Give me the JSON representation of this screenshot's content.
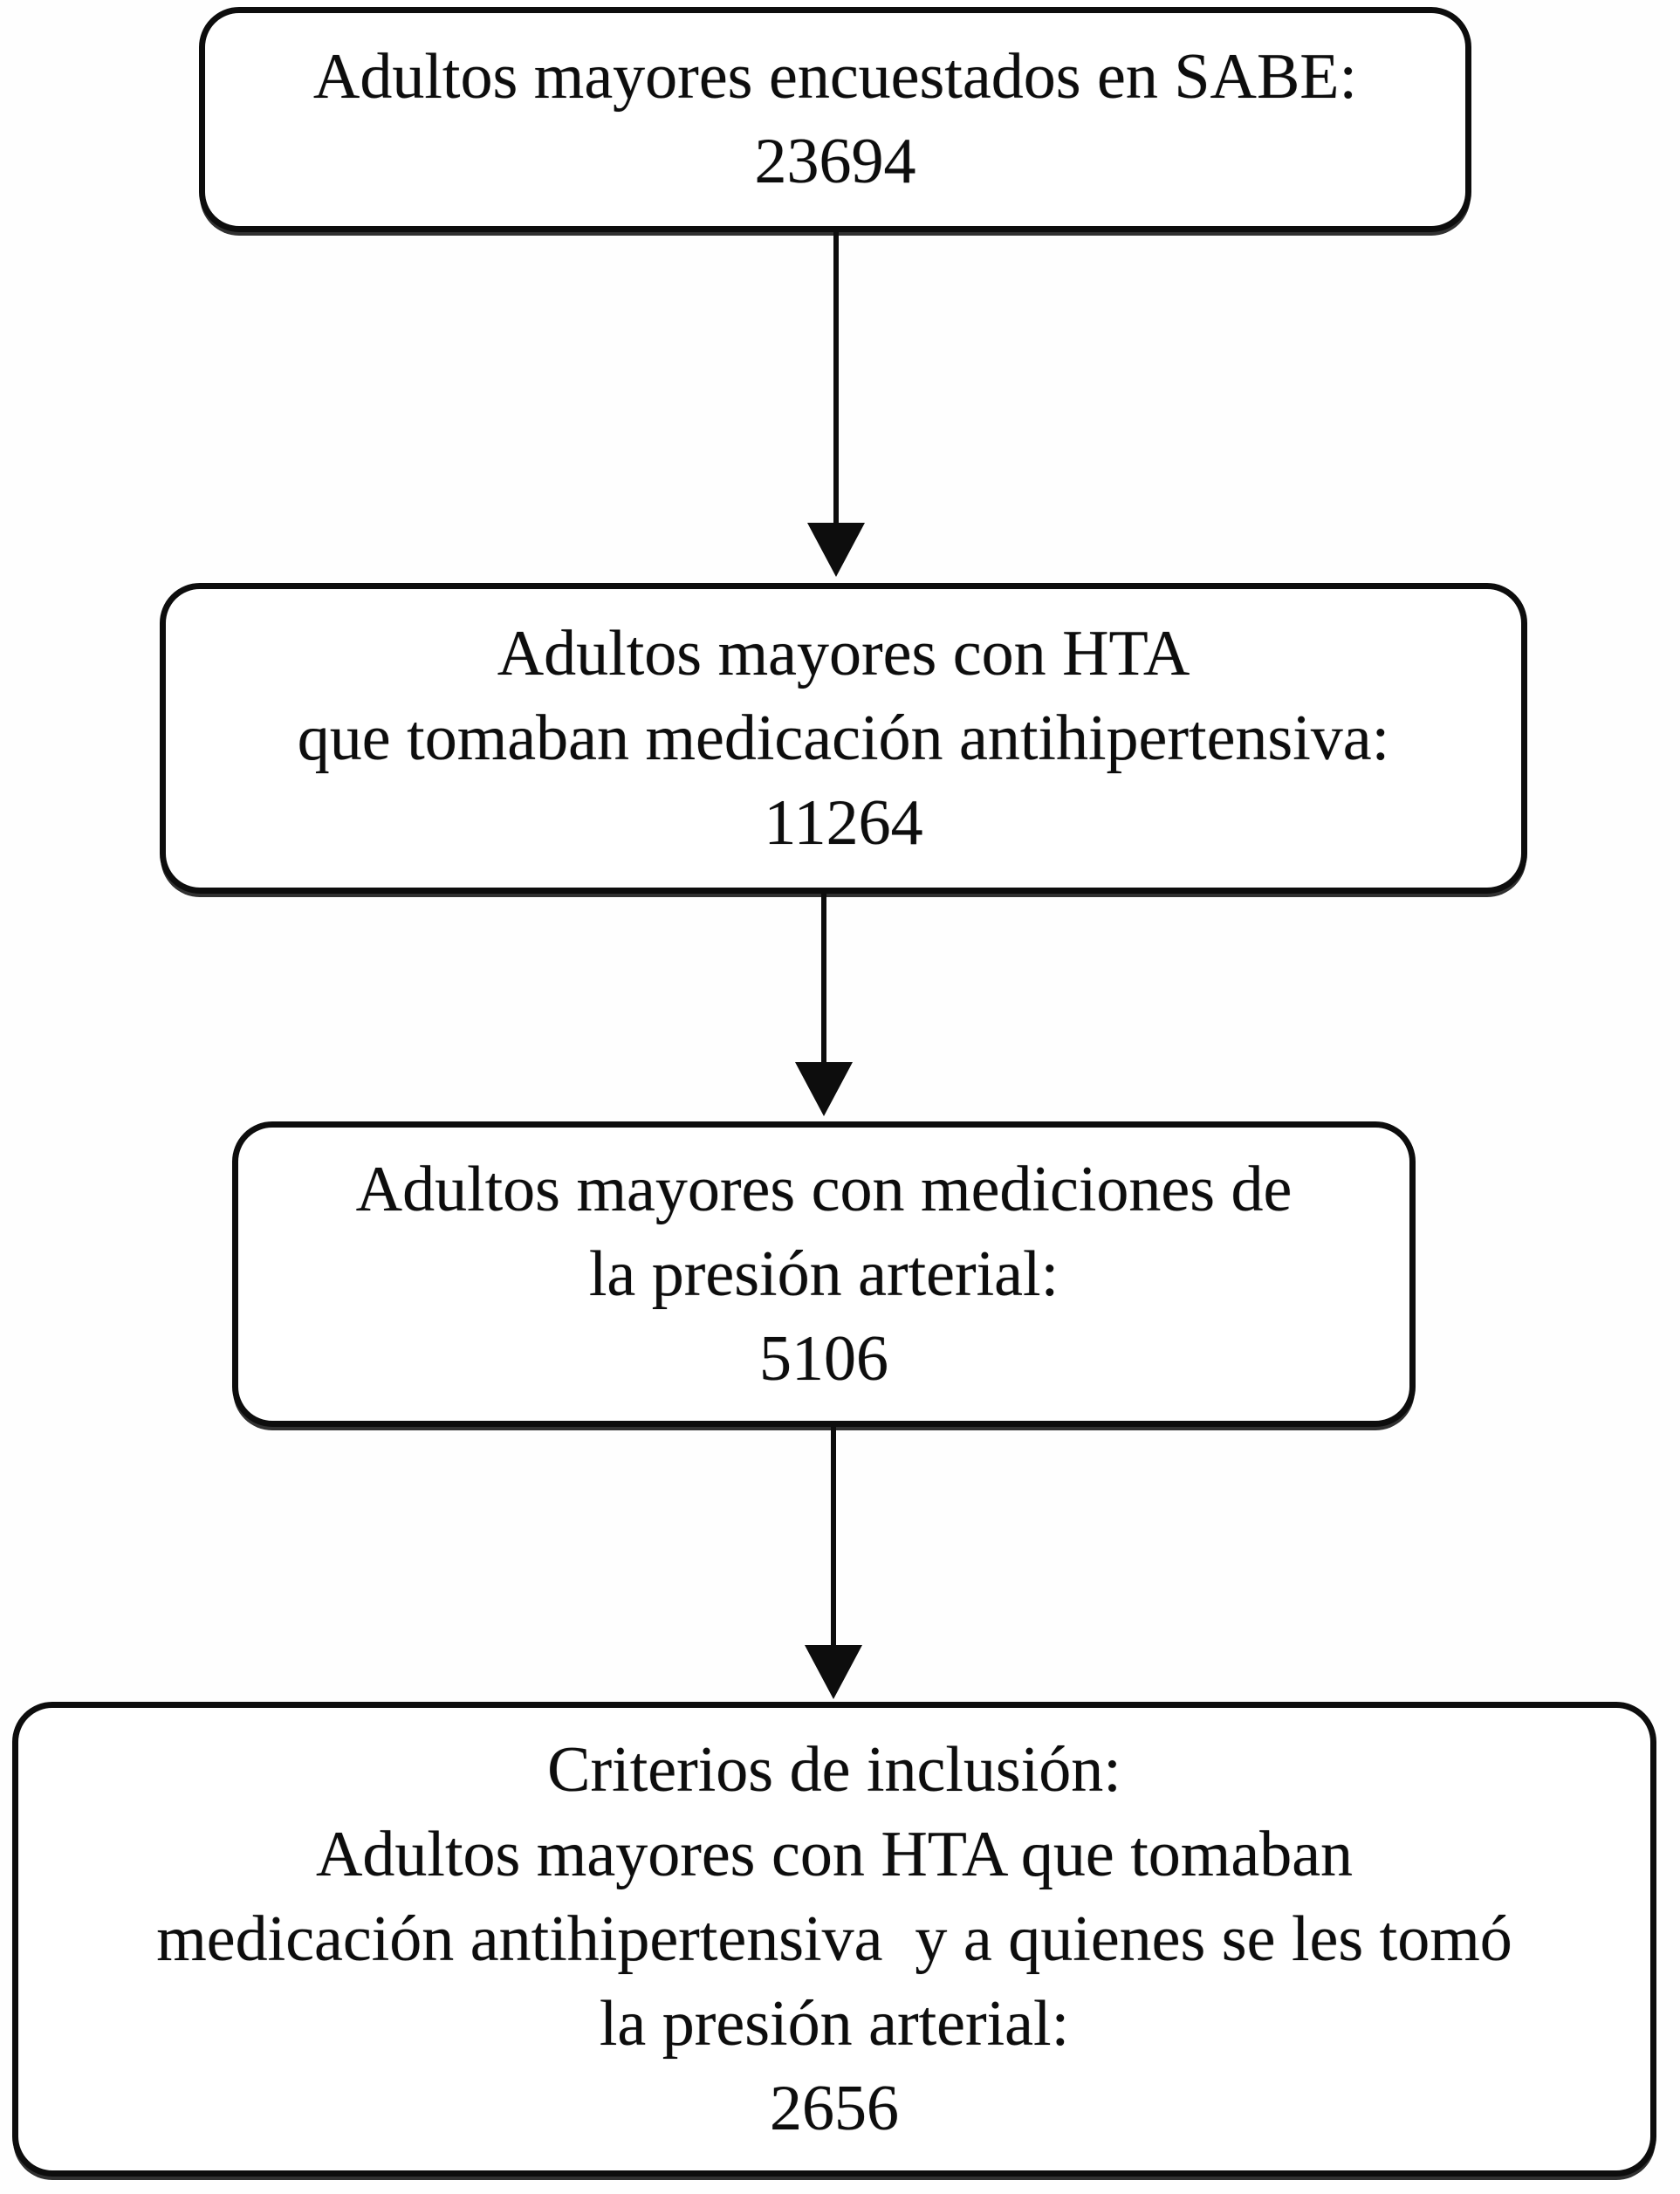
{
  "figure": {
    "type": "flowchart",
    "background_color": "#ffffff",
    "ink_color": "#0d0d0d",
    "direction": "top-down"
  },
  "boxes": [
    {
      "id": "surveyed",
      "count": 23694,
      "lines": [
        "Adultos mayores encuestados en SABE:",
        "23694"
      ]
    },
    {
      "id": "hta-medicated",
      "count": 11264,
      "lines": [
        "Adultos mayores con HTA",
        "que tomaban medicación antihipertensiva:",
        "11264"
      ]
    },
    {
      "id": "bp-measured",
      "count": 5106,
      "lines": [
        "Adultos mayores con mediciones de",
        "la presión arterial:",
        "5106"
      ]
    },
    {
      "id": "inclusion-criteria",
      "count": 2656,
      "lines": [
        "Criterios de inclusión:",
        "Adultos mayores con HTA que tomaban",
        "medicación antihipertensiva  y a quienes se les tomó",
        "la presión arterial:",
        "2656"
      ]
    }
  ]
}
